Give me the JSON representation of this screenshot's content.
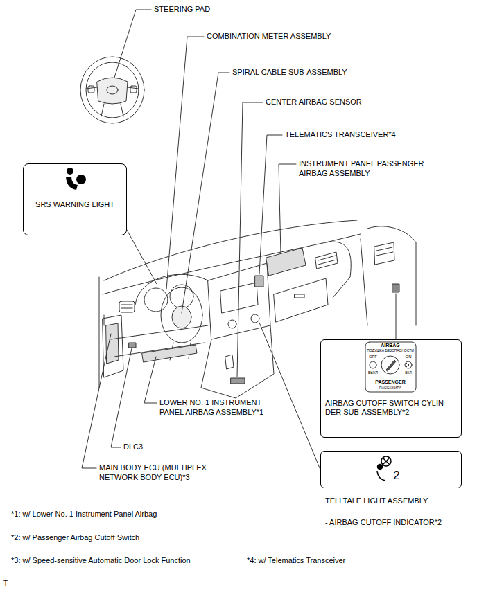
{
  "diagram": {
    "nodes": [
      {
        "text": [
          "SRS WARNING LIGHT"
        ]
      },
      {
        "text": [
          "AIRBAG CUTOFF SWITCH CYLIN DER SUB-ASSEMBLY*2"
        ]
      },
      {
        "text": [
          "TELLTALE LIGHT ASSEMBLY",
          "- AIRBAG CUTOFF INDICATOR*2"
        ]
      }
    ],
    "labels": [
      "STEERING PAD",
      "COMBINATION METER ASSEMBLY",
      "SPIRAL CABLE SUB-ASSEMBLY",
      "CENTER AIRBAG SENSOR",
      "TELEMATICS TRANSCEIVER*4",
      "INSTRUMENT PANEL PASSENGER AIRBAG ASSEMBLY",
      "AIRBAG",
      "ПОДУШКА БЕЗОПАСНОСТИ",
      "OFF",
      "ON",
      "ВЫКЛ",
      "ВКЛ",
      "PASSENGER",
      "ПАССАЖИРА",
      "2",
      "LOWER NO. 1 INSTRUMENT PANEL AIRBAG ASSEMBLY*1",
      "DLC3",
      "MAIN BODY ECU (MULTIPLEX NETWORK BODY ECU)*3",
      "*1: w/ Lower No. 1 Instrument Panel Airbag",
      "*2: w/ Passenger Airbag Cutoff Switch",
      "*3: w/ Speed-sensitive Automatic Door Lock Function",
      "*4: w/ Telematics Transceiver",
      "T"
    ]
  }
}
